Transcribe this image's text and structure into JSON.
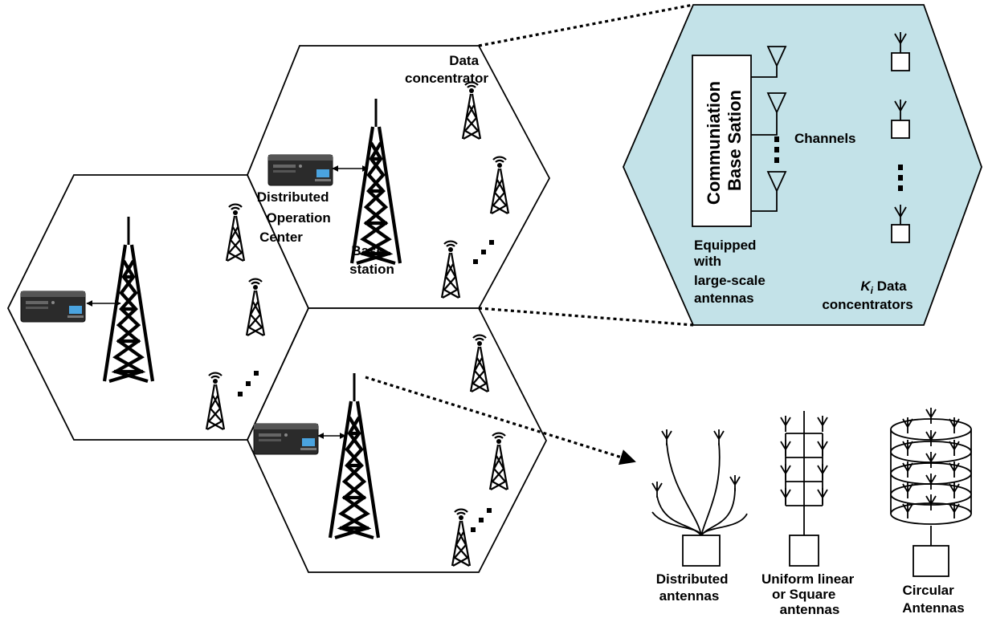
{
  "labels": {
    "data_concentrator_line1": "Data",
    "data_concentrator_line2": "concentrator",
    "distributed_op_line1": "Distributed",
    "distributed_op_line2": "Operation",
    "distributed_op_line3": "Center",
    "base_station_line1": "Base",
    "base_station_line2": "station",
    "comm_line1": "Communiation",
    "comm_line2": "Base Sation",
    "channels": "Channels",
    "equipped_line1": "Equipped",
    "equipped_line2": "with",
    "equipped_line3": "large-scale",
    "equipped_line4": "antennas",
    "k_symbol": "K",
    "k_subscript": "i",
    "k_data": " Data",
    "concentrators": "concentrators",
    "distributed_ant_line1": "Distributed",
    "distributed_ant_line2": "antennas",
    "uniform_line1": "Uniform linear",
    "uniform_line2": "or Square",
    "uniform_line3": "antennas",
    "circular_line1": "Circular",
    "circular_line2": "Antennas"
  },
  "colors": {
    "zoom_fill": "#c3e2e8",
    "stroke": "#000000",
    "server_body": "#2b2b2b",
    "server_accent": "#4aa3df"
  },
  "icons": [
    "cell-tower-icon",
    "server-computer-icon",
    "data-concentrator-icon",
    "antenna-icon",
    "ellipsis-dots-icon"
  ]
}
